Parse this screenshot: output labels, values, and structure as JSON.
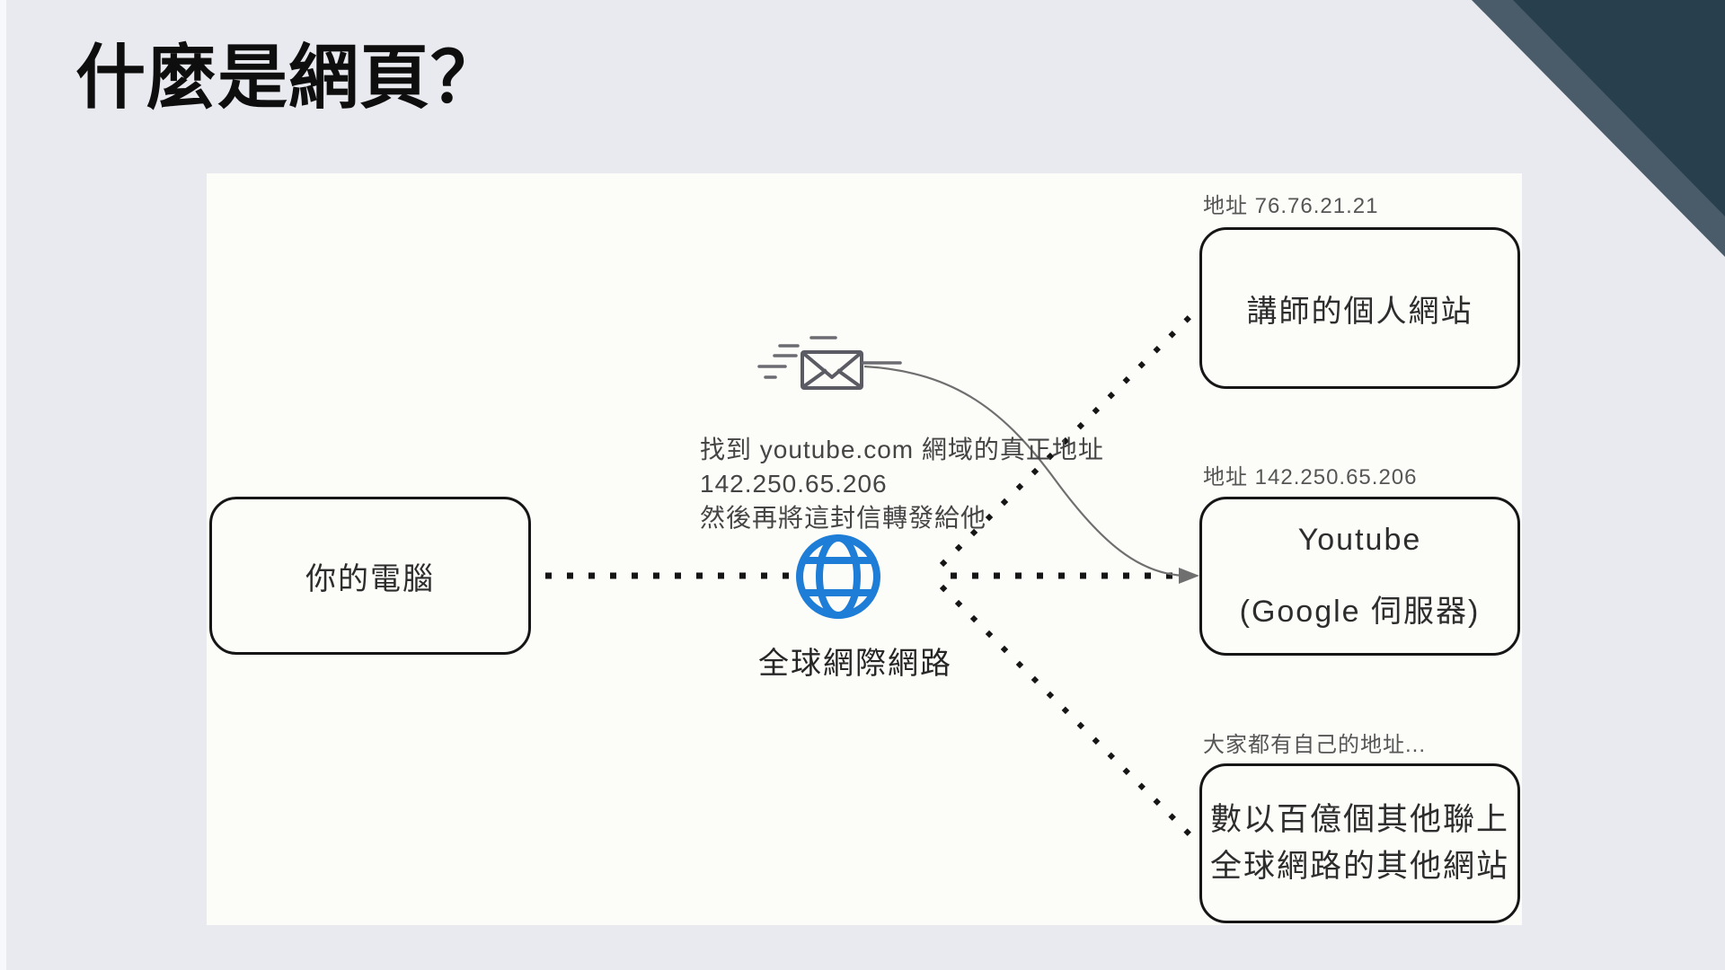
{
  "title": "什麼是網頁？",
  "colors": {
    "globe_blue": "#1e7dd7",
    "corner_dark": "#28404e",
    "corner_light": "#4a5c6a",
    "box_border": "#161616"
  },
  "nodes": {
    "computer": {
      "label": "你的電腦"
    },
    "internet": {
      "label": "全球網際網路"
    },
    "instructor_site": {
      "address": "地址 76.76.21.21",
      "line1": "講師的個人網站"
    },
    "youtube": {
      "address": "地址 142.250.65.206",
      "line1": "Youtube",
      "line2": "(Google 伺服器)"
    },
    "other_sites": {
      "address": "大家都有自己的地址...",
      "line1": "數以百億個其他聯上",
      "line2": "全球網路的其他網站"
    }
  },
  "mail_note": {
    "line1": "找到 youtube.com 網域的真正地址",
    "line2": "142.250.65.206",
    "line3": "然後再將這封信轉發給他"
  }
}
